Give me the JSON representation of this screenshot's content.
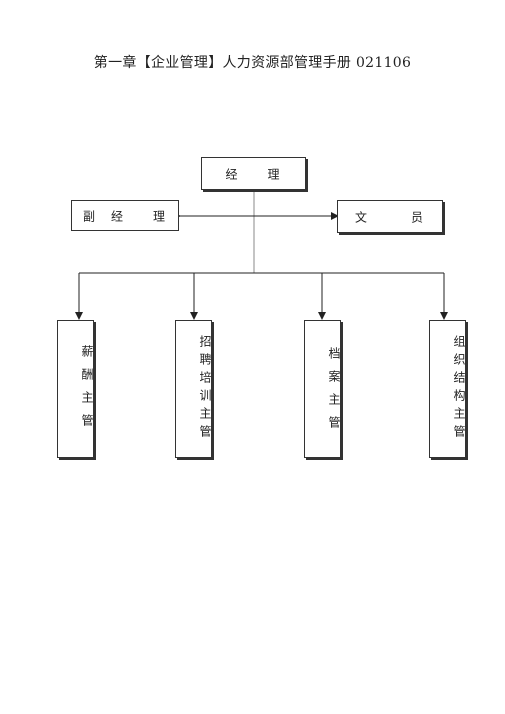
{
  "title": "第一章【企业管理】人力资源部管理手册 021106",
  "org_chart": {
    "manager": "经　　理",
    "deputy_manager": "副　经　　理",
    "clerk": "文　　　员",
    "supervisors": [
      "薪酬主管",
      "招聘培训主管",
      "档案主管",
      "组织结构主管"
    ]
  }
}
